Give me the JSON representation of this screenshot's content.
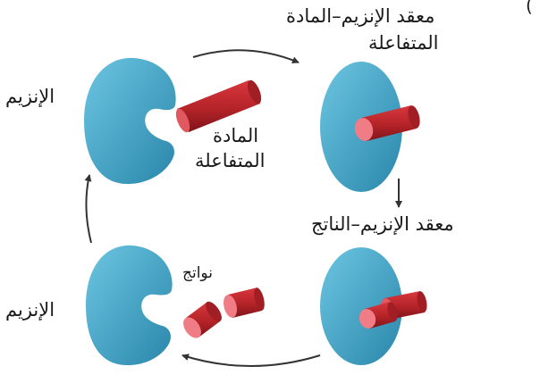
{
  "labels": {
    "corner_mark": "(",
    "enzyme_top": "الإنزيم",
    "enzyme_bottom": "الإنزيم",
    "substrate_line1": "المادة",
    "substrate_line2": "المتفاعلة",
    "es_complex_line1": "معقد الإنزيم–المادة",
    "es_complex_line2": "المتفاعلة",
    "ep_complex": "معقد الإنزيم–الناتج",
    "products": "نواتج"
  },
  "colors": {
    "enzyme_light": "#5cb8d6",
    "enzyme_dark": "#2f8fb3",
    "substrate": "#c0282e",
    "substrate_dark": "#8e1a20",
    "substrate_end": "#f07d86",
    "arrow": "#333333"
  }
}
